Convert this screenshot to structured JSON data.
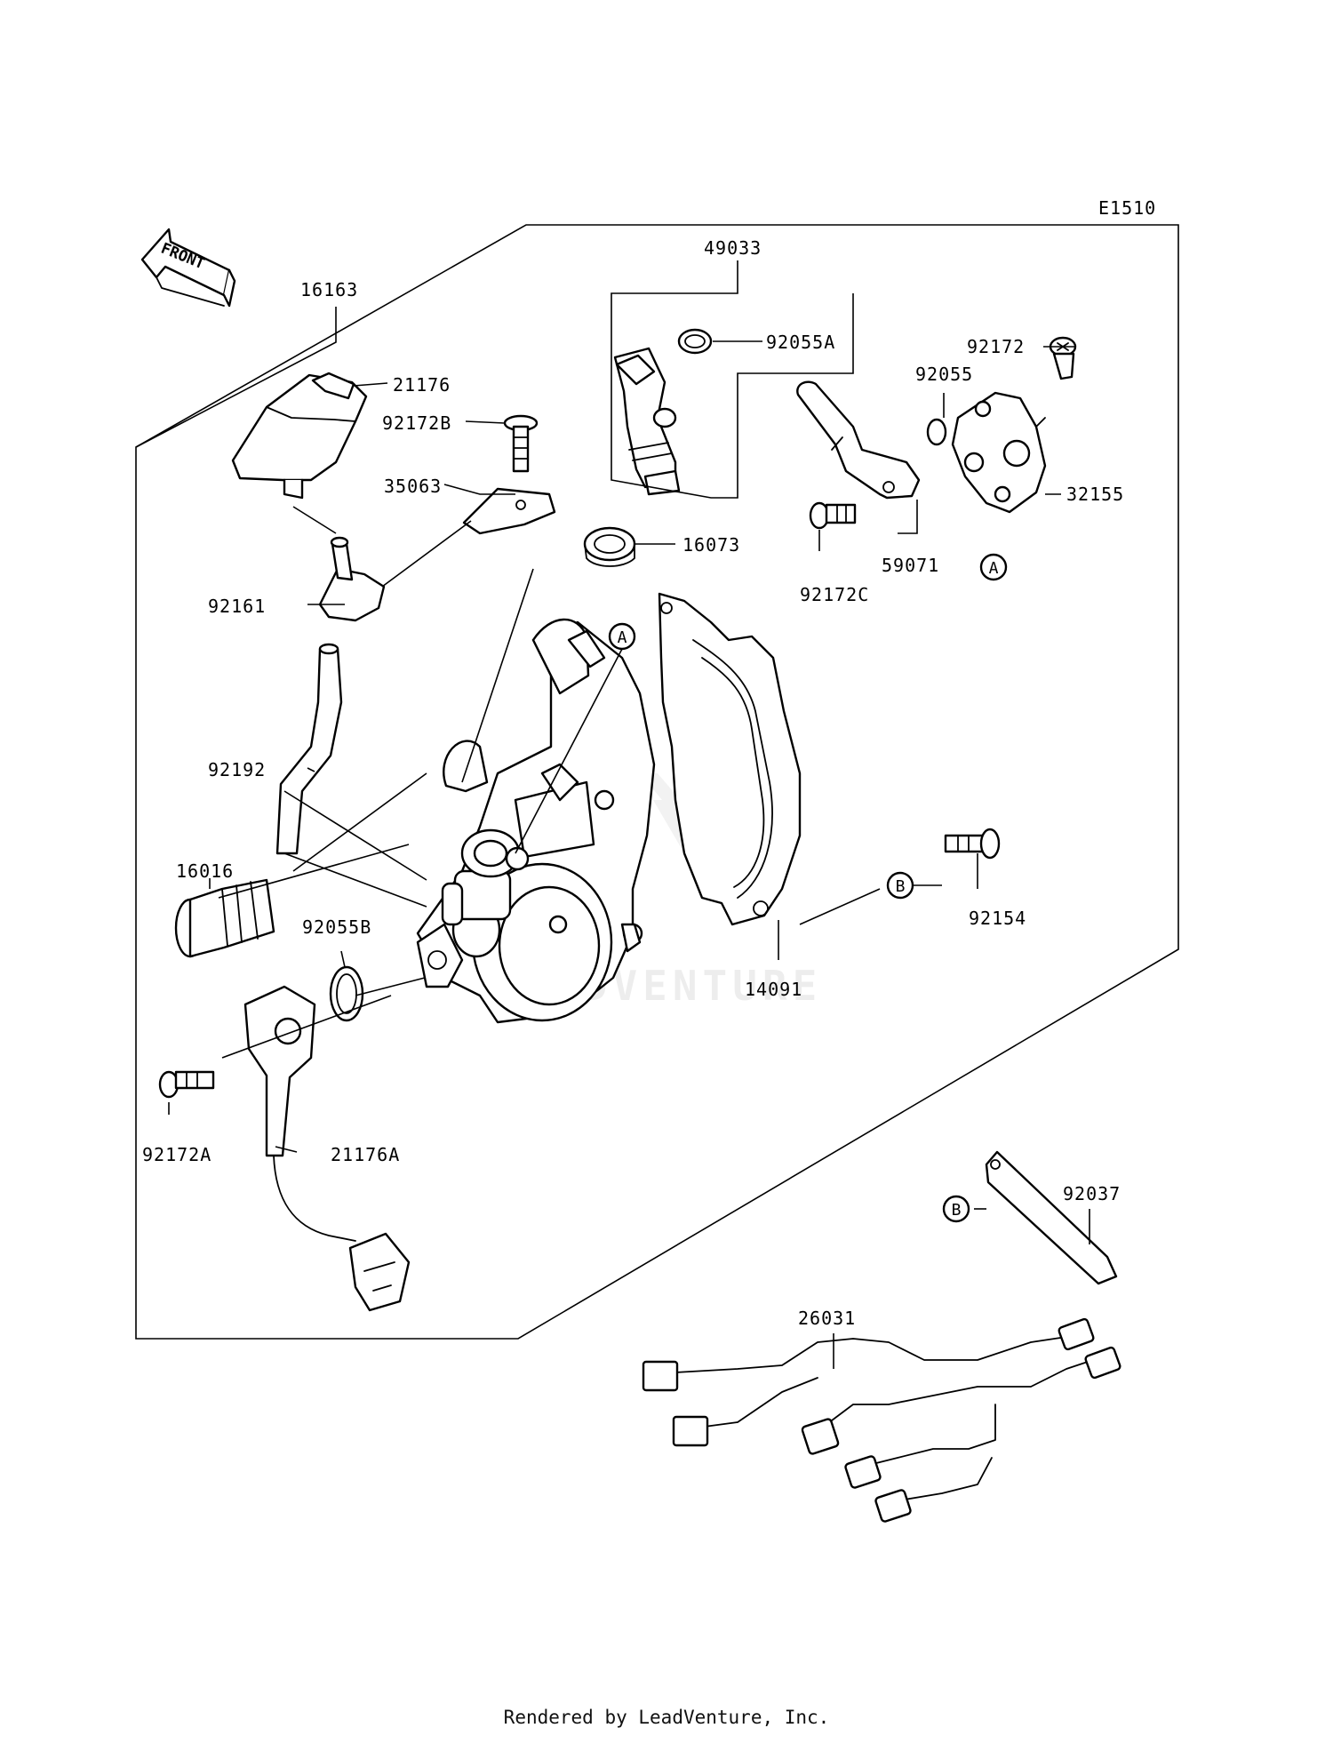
{
  "diagram_code": "E1510",
  "front_label": "FRONT",
  "watermark": "LEADVENTURE",
  "footer_text": "Rendered by LeadVenture, Inc.",
  "callouts": {
    "a1": "A",
    "a2": "A",
    "b1": "B",
    "b2": "B"
  },
  "parts": {
    "p16163": "16163",
    "p21176": "21176",
    "p92172B": "92172B",
    "p35063": "35063",
    "p92161": "92161",
    "p92192": "92192",
    "p16016": "16016",
    "p92055B": "92055B",
    "p92172A": "92172A",
    "p21176A": "21176A",
    "p49033": "49033",
    "p92055A": "92055A",
    "p16073": "16073",
    "p92172": "92172",
    "p92055": "92055",
    "p32155": "32155",
    "p59071": "59071",
    "p92172C": "92172C",
    "p92154": "92154",
    "p14091": "14091",
    "p92037": "92037",
    "p26031": "26031"
  }
}
